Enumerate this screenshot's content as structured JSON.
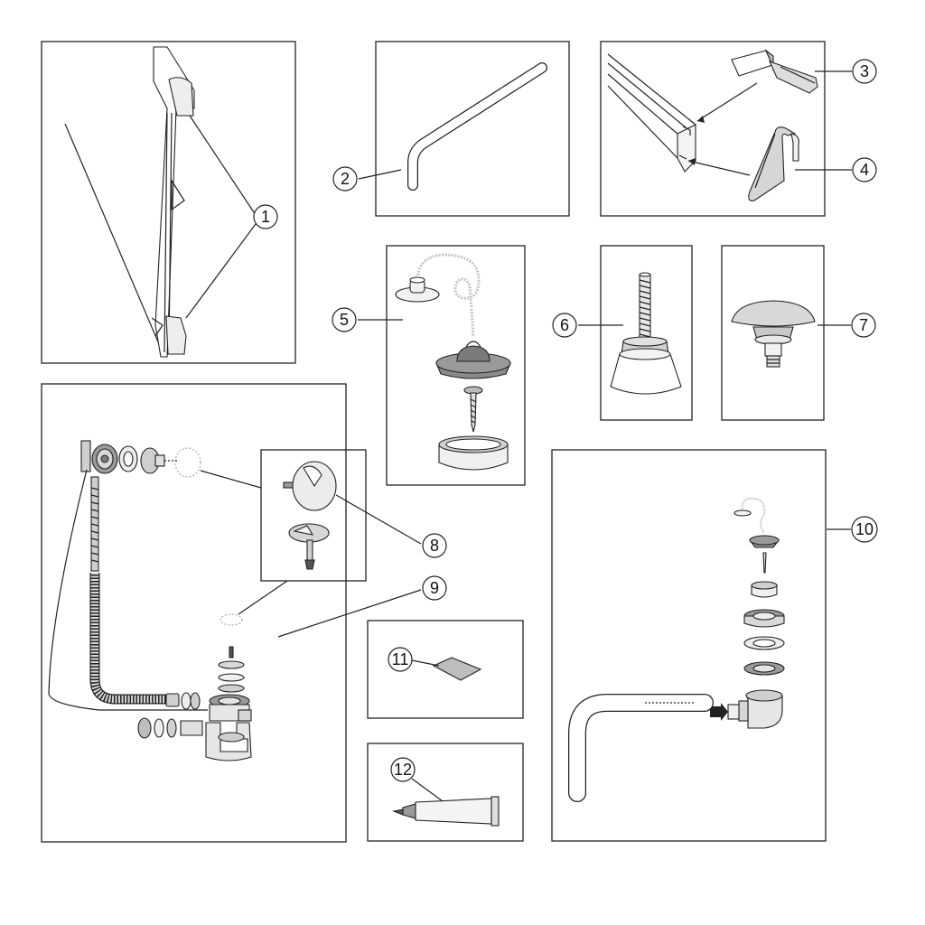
{
  "colors": {
    "line": "#222222",
    "part_fill": "#e6e6e6",
    "dark_part": "#8a8a8a",
    "light_part": "#f2f2f2",
    "background": "#ffffff"
  },
  "callouts": {
    "c1": "1",
    "c2": "2",
    "c3": "3",
    "c4": "4",
    "c5": "5",
    "c6": "6",
    "c7": "7",
    "c8": "8",
    "c9": "9",
    "c10": "10",
    "c11": "11",
    "c12": "12"
  }
}
